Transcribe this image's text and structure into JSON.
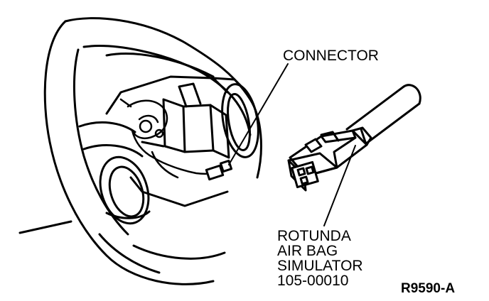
{
  "figure": {
    "connector_label": "CONNECTOR",
    "simulator_label": {
      "line1": "ROTUNDA",
      "line2": "AIR BAG",
      "line3": "SIMULATOR",
      "line4": "105-00010"
    },
    "figure_id": "R9590-A"
  },
  "colors": {
    "ink": "#000000",
    "paper": "#ffffff"
  }
}
